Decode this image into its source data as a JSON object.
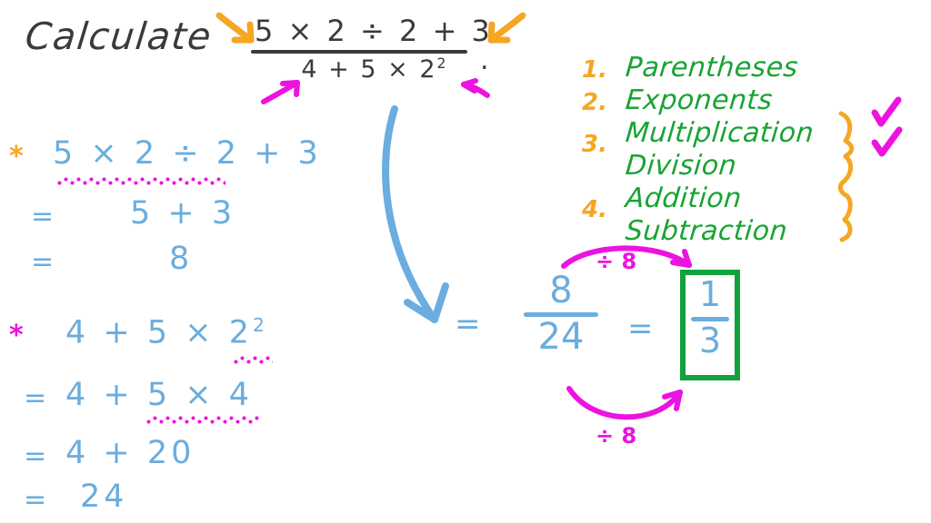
{
  "document": {
    "kind": "handwritten-whiteboard-math-worksheet",
    "background_color": "#ffffff"
  },
  "colors": {
    "dark": "#3a3a3a",
    "blue": "#6aadde",
    "green": "#17a433",
    "orange": "#f5a623",
    "pink": "#ec13e0",
    "box_green": "#11a23b"
  },
  "prompt": {
    "instruction": "Calculate",
    "period": ".",
    "fraction": {
      "numerator": "5 × 2 ÷ 2 + 3",
      "denominator_base": "4 + 5 × 2",
      "denominator_exponent": "2"
    },
    "annotations": {
      "numerator_arrow_left": "orange-arrow-pointing-right",
      "numerator_arrow_right": "orange-arrow-pointing-left",
      "denominator_arrow_left": "pink-arrow-pointing-right",
      "denominator_arrow_right": "pink-arrow-pointing-left"
    }
  },
  "work": {
    "numerator_block": {
      "bullet": "*",
      "bullet_color": "#f5a623",
      "lines": [
        {
          "eq": "",
          "expr": "5 × 2 ÷ 2 + 3",
          "highlight": "5 × 2 ÷ 2"
        },
        {
          "eq": "=",
          "expr": "5 + 3"
        },
        {
          "eq": "=",
          "expr": "8"
        }
      ]
    },
    "denominator_block": {
      "bullet": "*",
      "bullet_color": "#ec13e0",
      "lines": [
        {
          "eq": "",
          "expr": "4 + 5 × 2",
          "exponent": "2",
          "highlight": "2²"
        },
        {
          "eq": "=",
          "expr": "4 + 5 × 4",
          "highlight": "5 × 4"
        },
        {
          "eq": "=",
          "expr": "4 + 20"
        },
        {
          "eq": "=",
          "expr": "24"
        }
      ]
    }
  },
  "order_of_operations": {
    "items": [
      {
        "number": "1.",
        "word": "Parentheses"
      },
      {
        "number": "2.",
        "word": "Exponents"
      },
      {
        "number": "3.",
        "word": "Multiplication"
      },
      {
        "number": "",
        "word": "Division"
      },
      {
        "number": "4.",
        "word": "Addition"
      },
      {
        "number": "",
        "word": "Subtraction"
      }
    ],
    "brace_marks": "orange-double-brace",
    "checkmarks": [
      "check-1",
      "check-2"
    ],
    "checkmark_color": "#ec13e0"
  },
  "answer": {
    "leading_equals": "=",
    "fraction": {
      "numerator": "8",
      "denominator": "24"
    },
    "middle_equals": "=",
    "simplified": {
      "numerator": "1",
      "denominator": "3"
    },
    "boxed": true,
    "box_color": "#11a23b",
    "simplify_top_label": "÷ 8",
    "simplify_bottom_label": "÷ 8"
  }
}
